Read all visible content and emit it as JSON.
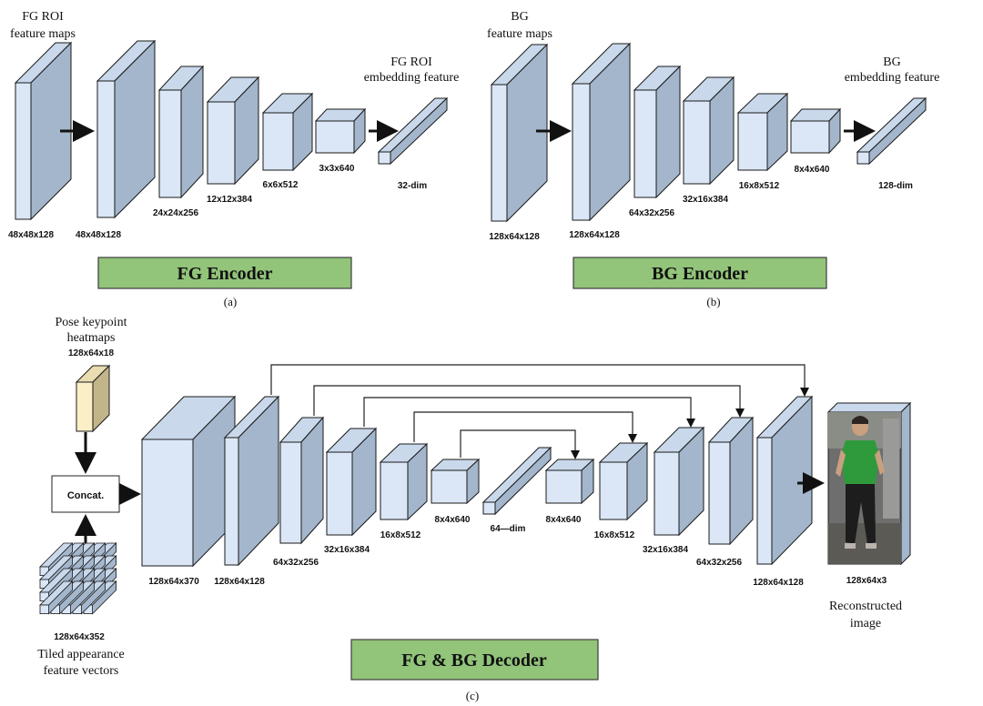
{
  "colors": {
    "block_front": "#dbe7f7",
    "block_side": "#a3b6cc",
    "block_top": "#c9d8ea",
    "block_stroke": "#1a1a1a",
    "pose_front": "#fbefc6",
    "pose_side": "#c3b58a",
    "encoder_box": "#92c47a",
    "encoder_box_border": "#3c3c3c",
    "photo_shirt": "#2f9a3c",
    "photo_bg": "#6e6e6e"
  },
  "fg_encoder": {
    "input_label_line1": "FG ROI",
    "input_label_line2": "feature maps",
    "output_label_line1": "FG ROI",
    "output_label_line2": "embedding feature",
    "dims": [
      "48x48x128",
      "48x48x128",
      "24x24x256",
      "12x12x384",
      "6x6x512",
      "3x3x640",
      "32-dim"
    ],
    "title": "FG Encoder",
    "caption": "(a)"
  },
  "bg_encoder": {
    "input_label_line1": "BG",
    "input_label_line2": "feature maps",
    "output_label_line1": "BG",
    "output_label_line2": "embedding feature",
    "dims": [
      "128x64x128",
      "128x64x128",
      "64x32x256",
      "32x16x384",
      "16x8x512",
      "8x4x640",
      "128-dim"
    ],
    "title": "BG Encoder",
    "caption": "(b)"
  },
  "decoder": {
    "pose_label_line1": "Pose keypoint",
    "pose_label_line2": "heatmaps",
    "pose_dim": "128x64x18",
    "concat_label": "Concat.",
    "tiled_dim": "128x64x352",
    "tiled_label_line1": "Tiled appearance",
    "tiled_label_line2": "feature vectors",
    "dims": [
      "128x64x370",
      "128x64x128",
      "64x32x256",
      "32x16x384",
      "16x8x512",
      "8x4x640",
      "64—dim",
      "8x4x640",
      "16x8x512",
      "32x16x384",
      "64x32x256",
      "128x64x128"
    ],
    "output_dim": "128x64x3",
    "output_label_line1": "Reconstructed",
    "output_label_line2": "image",
    "title": "FG & BG Decoder",
    "caption": "(c)"
  }
}
